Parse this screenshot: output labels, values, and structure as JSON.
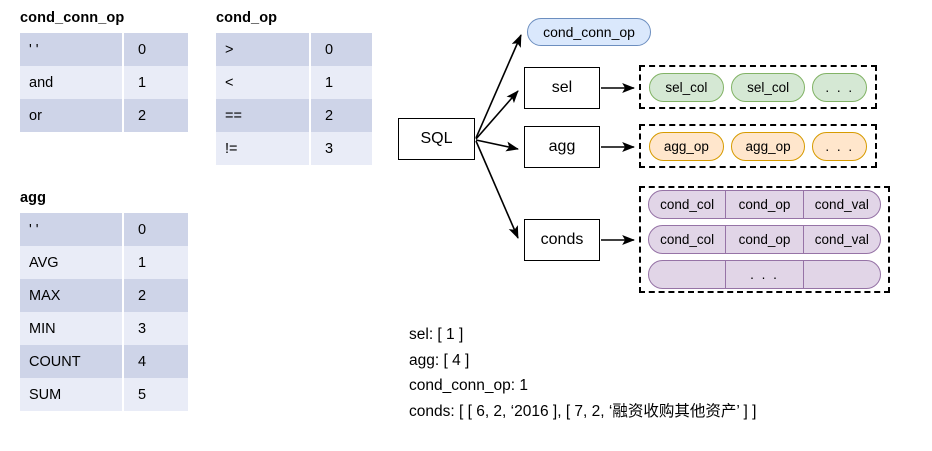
{
  "tables": [
    {
      "id": "cond_conn_op",
      "title": "cond_conn_op",
      "rows": [
        {
          "key": "' '",
          "val": "0"
        },
        {
          "key": "and",
          "val": "1"
        },
        {
          "key": "or",
          "val": "2"
        }
      ]
    },
    {
      "id": "cond_op",
      "title": "cond_op",
      "rows": [
        {
          "key": ">",
          "val": "0"
        },
        {
          "key": "<",
          "val": "1"
        },
        {
          "key": "==",
          "val": "2"
        },
        {
          "key": "!=",
          "val": "3"
        }
      ]
    },
    {
      "id": "agg",
      "title": "agg",
      "rows": [
        {
          "key": "' '",
          "val": "0"
        },
        {
          "key": "AVG",
          "val": "1"
        },
        {
          "key": "MAX",
          "val": "2"
        },
        {
          "key": "MIN",
          "val": "3"
        },
        {
          "key": "COUNT",
          "val": "4"
        },
        {
          "key": "SUM",
          "val": "5"
        }
      ]
    }
  ],
  "diagram": {
    "root": "SQL",
    "nodes": {
      "cond_conn_op": "cond_conn_op",
      "sel": "sel",
      "agg": "agg",
      "conds": "conds"
    },
    "sel_group": [
      "sel_col",
      "sel_col",
      ". . ."
    ],
    "agg_group": [
      "agg_op",
      "agg_op",
      ". . ."
    ],
    "conds_group": [
      [
        "cond_col",
        "cond_op",
        "cond_val"
      ],
      [
        "cond_col",
        "cond_op",
        "cond_val"
      ],
      [
        "",
        ". . .",
        ""
      ]
    ]
  },
  "caption": {
    "lines": [
      "sel: [ 1 ]",
      "agg: [ 4 ]",
      "cond_conn_op: 1",
      "conds: [ [ 6, 2, ‘2016 ], [ 7, 2, ‘融资收购其他资产’ ] ]"
    ]
  },
  "colors": {
    "table_row_dark": "#ced4e8",
    "table_row_light": "#e9ecf7",
    "node_blue_fill": "#dae8fc",
    "node_blue_stroke": "#6c8ebf",
    "chip_green_fill": "#d5e8d4",
    "chip_green_stroke": "#82b366",
    "chip_orange_fill": "#ffe6cc",
    "chip_orange_stroke": "#d79b00",
    "chip_purple_fill": "#e1d5e7",
    "chip_purple_stroke": "#9673a6"
  }
}
